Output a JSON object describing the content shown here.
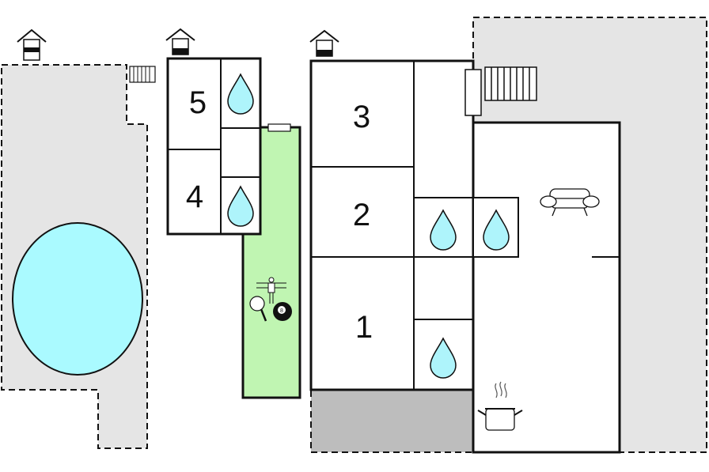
{
  "rooms": [
    {
      "number": "5"
    },
    {
      "number": "4"
    },
    {
      "number": "3"
    },
    {
      "number": "2"
    },
    {
      "number": "1"
    }
  ],
  "colors": {
    "terrace": "#e5e5e5",
    "covered_area": "#bdbdbd",
    "pool": "#aafaff",
    "game_room": "#c0f5b2",
    "wall": "#111111",
    "bathroom_drop": "#aef4fb",
    "background": "#ffffff"
  },
  "icons": {
    "entrance": "house-entrance-icon",
    "bathroom": "water-drop-icon",
    "sofa": "sofa-icon",
    "kitchen": "cooking-pot-icon",
    "table_tennis": "table-tennis-icon",
    "table_football": "table-football-icon",
    "billiards": "billiard-ball-icon",
    "stairs": "stairs-icon"
  }
}
